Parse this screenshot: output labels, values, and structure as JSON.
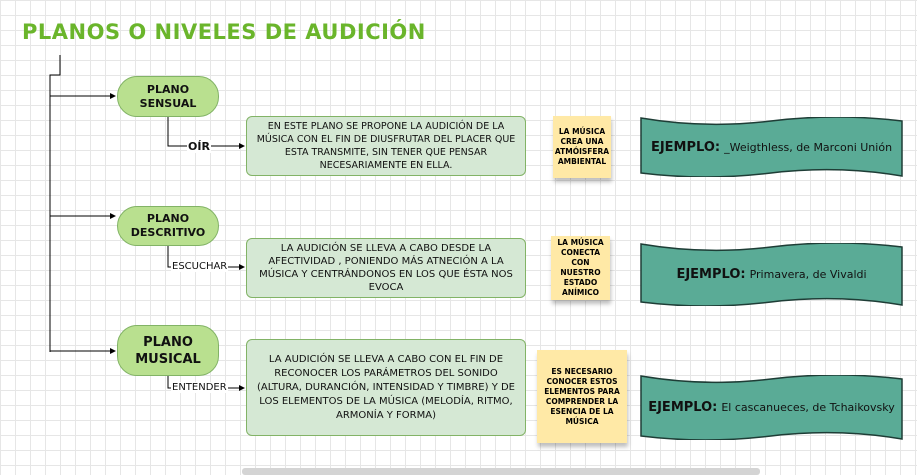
{
  "title": "PLANOS O NIVELES DE AUDICIÓN",
  "planes": [
    {
      "name": "PLANO SENSUAL",
      "verb": "OÍR",
      "description": "EN ESTE PLANO SE PROPONE LA AUDICIÓN DE LA MÚSICA CON EL FIN DE DIUSFRUTAR DEL PLACER QUE ESTA TRANSMITE, SIN TENER QUE PENSAR NECESARIAMENTE EN ELLA.",
      "note": "LA MÚSICA CREA UNA ATMÓISFERA AMBIENTAL",
      "example_label": "EJEMPLO:",
      "example": "_Weigthless, de Marconi Unión"
    },
    {
      "name": "PLANO DESCRITIVO",
      "verb": "ESCUCHAR",
      "description": "LA AUDICIÓN SE LLEVA A CABO DESDE LA AFECTIVIDAD , PONIENDO MÁS ATNECIÓN A LA MÚSICA Y CENTRÁNDONOS EN LOS QUE ÉSTA NOS EVOCA",
      "note": "LA MÚSICA CONECTA CON NUESTRO ESTADO ANÍMICO",
      "example_label": "EJEMPLO:",
      "example": "Primavera, de Vivaldi"
    },
    {
      "name": "PLANO MUSICAL",
      "verb": "ENTENDER",
      "description": "LA AUDICIÓN SE LLEVA A CABO CON EL FIN DE RECONOCER LOS PARÁMETROS DEL SONIDO (ALTURA, DURANCIÓN, INTENSIDAD Y TIMBRE) Y DE LOS ELEMENTOS DE LA MÚSICA (MELODÍA, RITMO, ARMONÍA Y FORMA)",
      "note": "ES NECESARIO CONOCER ESTOS ELEMENTOS PARA COMPRENDER LA ESENCIA DE LA MÚSICA",
      "example_label": "EJEMPLO:",
      "example": "El cascanueces, de Tchaikovsky"
    }
  ],
  "colors": {
    "title": "#6ab52b",
    "pill": "#b9e08f",
    "box": "#d5e8d4",
    "note": "#ffe9a6",
    "banner": "#5aab96"
  }
}
